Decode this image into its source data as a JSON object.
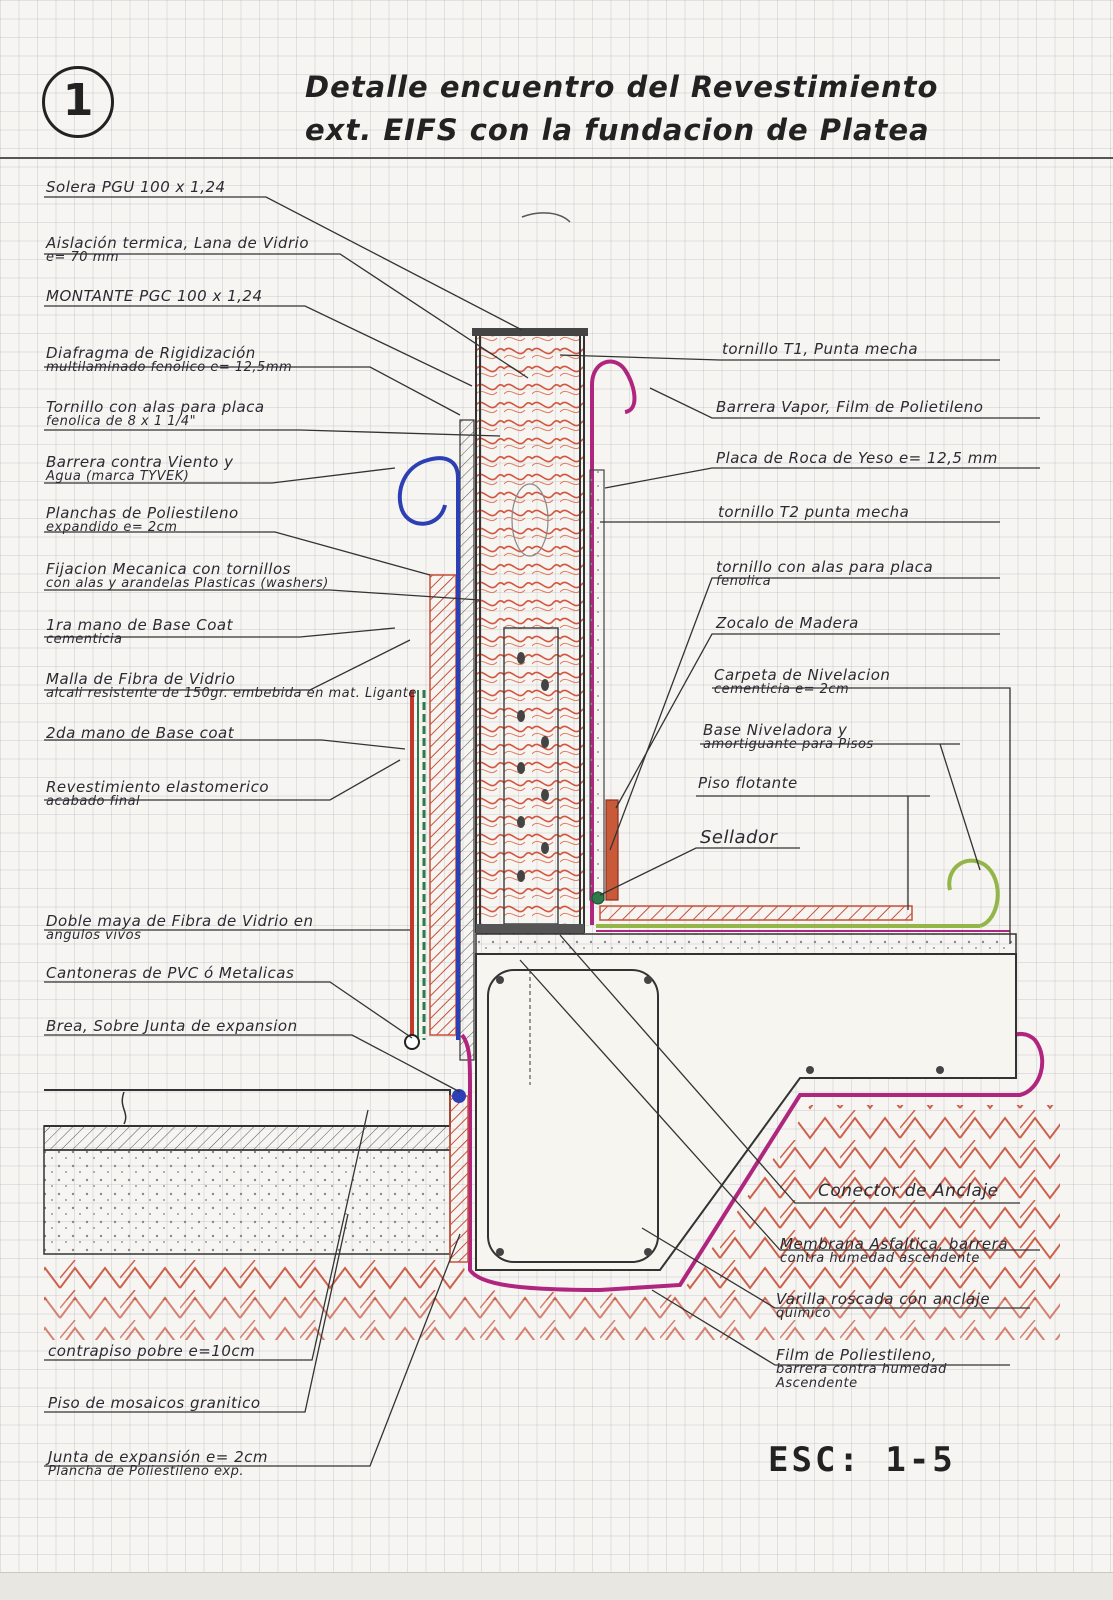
{
  "detail_number": "1",
  "title": {
    "line1": "Detalle encuentro del Revestimiento",
    "line2": "ext. EIFS con la fundacion de Platea"
  },
  "left_labels": [
    {
      "id": "solera",
      "line1": "Solera PGU 100 x 1,24",
      "line2": ""
    },
    {
      "id": "aislacion",
      "line1": "Aislación termica, Lana de Vidrio",
      "line2": "e= 70 mm"
    },
    {
      "id": "montante",
      "line1": "MONTANTE PGC 100 x 1,24",
      "line2": ""
    },
    {
      "id": "diafragma",
      "line1": "Diafragma de Rigidización",
      "line2": "multilaminado fenolico e= 12,5mm"
    },
    {
      "id": "tornillo-alas",
      "line1": "Tornillo con alas para placa",
      "line2": "fenolica de 8 x 1 1/4\""
    },
    {
      "id": "barrera-viento",
      "line1": "Barrera contra Viento y",
      "line2": "Agua (marca TYVEK)"
    },
    {
      "id": "planchas",
      "line1": "Planchas de Poliestileno",
      "line2": "expandido e= 2cm"
    },
    {
      "id": "fijacion",
      "line1": "Fijacion Mecanica con tornillos",
      "line2": "con alas y arandelas Plasticas (washers)"
    },
    {
      "id": "base-coat-1",
      "line1": "1ra mano de Base Coat",
      "line2": "cementicia"
    },
    {
      "id": "malla",
      "line1": "Malla de Fibra de Vidrio",
      "line2": "alcali resistente de 150gr. embebida en mat. Ligante"
    },
    {
      "id": "base-coat-2",
      "line1": "2da mano de Base coat",
      "line2": ""
    },
    {
      "id": "revestimiento",
      "line1": "Revestimiento elastomerico",
      "line2": "acabado final"
    },
    {
      "id": "doble-malla",
      "line1": "Doble maya de Fibra de Vidrio en",
      "line2": "angulos vivos"
    },
    {
      "id": "cantoneras",
      "line1": "Cantoneras de PVC ó Metalicas",
      "line2": ""
    },
    {
      "id": "brea",
      "line1": "Brea, Sobre Junta de expansion",
      "line2": ""
    },
    {
      "id": "contrapiso",
      "line1": "contrapiso pobre e=10cm",
      "line2": ""
    },
    {
      "id": "piso-mosaicos",
      "line1": "Piso de mosaicos granitico",
      "line2": ""
    },
    {
      "id": "junta-expansion",
      "line1": "Junta de expansión e= 2cm",
      "line2": "Plancha de Poliestileno exp."
    }
  ],
  "right_labels": [
    {
      "id": "tornillo-t1",
      "line1": "tornillo T1, Punta mecha",
      "line2": ""
    },
    {
      "id": "barrera-vapor",
      "line1": "Barrera Vapor, Film de Polietileno",
      "line2": ""
    },
    {
      "id": "placa-yeso",
      "line1": "Placa de Roca de Yeso e= 12,5 mm",
      "line2": ""
    },
    {
      "id": "tornillo-t2",
      "line1": "tornillo T2 punta mecha",
      "line2": ""
    },
    {
      "id": "tornillo-alas-r",
      "line1": "tornillo con alas para placa",
      "line2": "fenolica"
    },
    {
      "id": "zocalo",
      "line1": "Zocalo de Madera",
      "line2": ""
    },
    {
      "id": "carpeta",
      "line1": "Carpeta de Nivelacion",
      "line2": "cementicia e= 2cm"
    },
    {
      "id": "base-niveladora",
      "line1": "Base Niveladora y",
      "line2": "amortiguante para Pisos"
    },
    {
      "id": "piso-flotante",
      "line1": "Piso flotante",
      "line2": ""
    },
    {
      "id": "sellador",
      "line1": "Sellador",
      "line2": ""
    },
    {
      "id": "conector",
      "line1": "Conector de Anclaje",
      "line2": ""
    },
    {
      "id": "membrana",
      "line1": "Membrana Asfaltica, barrera",
      "line2": "contra humedad ascendente"
    },
    {
      "id": "varilla",
      "line1": "Varilla roscada con anclaje",
      "line2": "quimico"
    },
    {
      "id": "film",
      "line1": "Film de Poliestileno,",
      "line2": "barrera contra humedad Ascendente"
    }
  ],
  "scale": "ESC: 1-5",
  "colors": {
    "insulation": "#d4553e",
    "tyvek": "#2d3fb5",
    "vapor_barrier": "#b0267f",
    "mesh": "#2e7a4a",
    "floor": "#93b54a",
    "ink": "#2a2a32",
    "soil": "#c8503a"
  }
}
